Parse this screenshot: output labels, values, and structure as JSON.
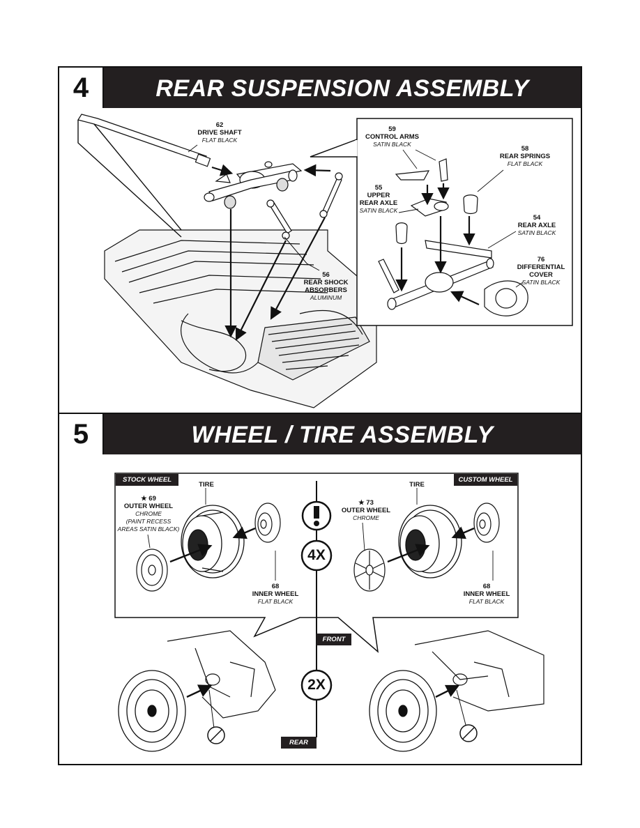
{
  "step4": {
    "number": "4",
    "title": "REAR SUSPENSION ASSEMBLY",
    "parts": {
      "drive_shaft": {
        "num": "62",
        "name": "DRIVE SHAFT",
        "finish": "FLAT BLACK"
      },
      "control_arms": {
        "num": "59",
        "name": "CONTROL ARMS",
        "finish": "SATIN BLACK"
      },
      "rear_springs": {
        "num": "58",
        "name": "REAR SPRINGS",
        "finish": "FLAT BLACK"
      },
      "upper_rear_axle": {
        "num": "55",
        "name1": "UPPER",
        "name2": "REAR AXLE",
        "finish": "SATIN BLACK"
      },
      "rear_axle": {
        "num": "54",
        "name": "REAR AXLE",
        "finish": "SATIN BLACK"
      },
      "differential_cover": {
        "num": "76",
        "name1": "DIFFERENTIAL",
        "name2": "COVER",
        "finish": "SATIN BLACK"
      },
      "rear_shock": {
        "num": "56",
        "name1": "REAR SHOCK",
        "name2": "ABSORBERS",
        "finish": "ALUMINUM"
      }
    }
  },
  "step5": {
    "number": "5",
    "title": "WHEEL / TIRE ASSEMBLY",
    "stock_tag": "STOCK  WHEEL",
    "custom_tag": "CUSTOM  WHEEL",
    "stock_tire": "TIRE",
    "custom_tire": "TIRE",
    "stock_outer": {
      "num": "★ 69",
      "name": "OUTER WHEEL",
      "finish1": "CHROME",
      "finish2": "(PAINT RECESS",
      "finish3": "AREAS SATIN BLACK)"
    },
    "custom_outer": {
      "num": "★ 73",
      "name": "OUTER WHEEL",
      "finish": "CHROME"
    },
    "stock_inner": {
      "num": "68",
      "name": "INNER WHEEL",
      "finish": "FLAT BLACK"
    },
    "custom_inner": {
      "num": "68",
      "name": "INNER WHEEL",
      "finish": "FLAT BLACK"
    },
    "caution_symbol": "!",
    "qty_4x": "4X",
    "qty_2x": "2X",
    "front_tag": "FRONT",
    "rear_tag": "REAR"
  }
}
